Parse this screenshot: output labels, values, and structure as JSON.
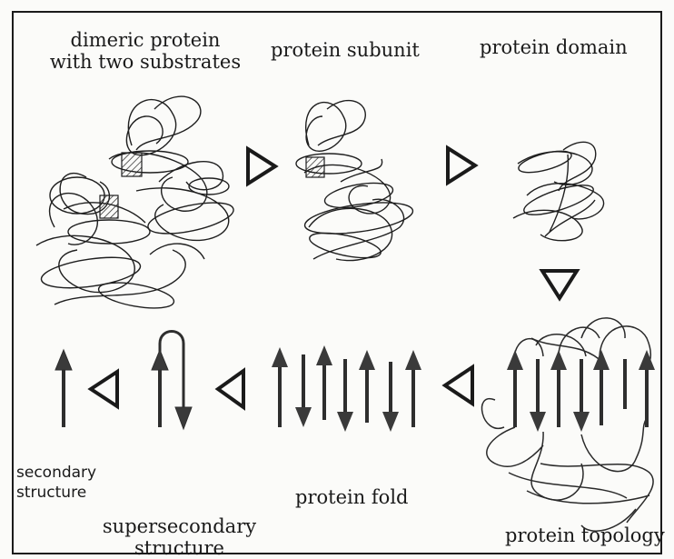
{
  "labels": {
    "dimeric_line1": "dimeric protein",
    "dimeric_line2": "with two substrates",
    "subunit": "protein subunit",
    "domain": "protein domain",
    "secondary_line1": "secondary",
    "secondary_line2": "structure",
    "supersecondary_line1": "supersecondary",
    "supersecondary_line2": "structure",
    "fold": "protein fold",
    "topology": "protein topology"
  },
  "colors": {
    "ink": "#1a1a1a",
    "strand": "#3a3a3a",
    "paper": "#fbfbf9"
  },
  "icons": {
    "hierarchy_arrow": "open-triangle"
  }
}
